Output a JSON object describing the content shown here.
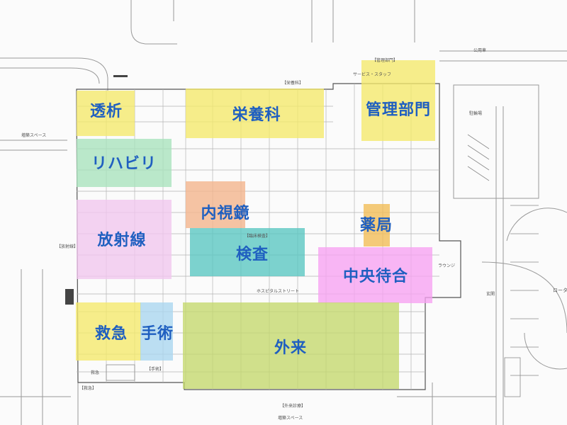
{
  "colors": {
    "yellow": "#f5e96a",
    "green": "#a8e3bc",
    "pink": "#f1c7ee",
    "orange": "#f4b48a",
    "teal": "#58c6c2",
    "magenta": "#f7a2f2",
    "olive": "#c4d96b",
    "lightblue": "#a9d6f0",
    "amber": "#f2bd55",
    "label": "#1f5fc0"
  },
  "departments": [
    {
      "id": "toseki",
      "label": "透析"
    },
    {
      "id": "eiyoka",
      "label": "栄養科"
    },
    {
      "id": "kanri",
      "label": "管理部門"
    },
    {
      "id": "rehabili",
      "label": "リハビリ"
    },
    {
      "id": "naishikyo",
      "label": "内視鏡"
    },
    {
      "id": "hoshasen",
      "label": "放射線"
    },
    {
      "id": "kensa",
      "label": "検査"
    },
    {
      "id": "yakkyoku",
      "label": "薬局"
    },
    {
      "id": "chuo",
      "label": "中央待合"
    },
    {
      "id": "kyukyu",
      "label": "救急"
    },
    {
      "id": "shujutsu",
      "label": "手術"
    },
    {
      "id": "gairai",
      "label": "外来"
    }
  ],
  "small_labels": {
    "space_left": "増築スペース",
    "space_bottom": "増築スペース",
    "rota": "ロータ",
    "kyukyu_entrance": "救急",
    "kyukyu_tag": "【救急】",
    "shujutsu_tag": "【手術】",
    "gairai_tag": "【外来診療】",
    "kanri_tag": "【管理部門】",
    "eiyo_tag": "【栄養科】",
    "hosha_tag": "【放射線】",
    "kensa_tag": "【臨床検査】",
    "street": "ホスピタルストリート",
    "lounge": "ラウンジ",
    "entrance": "玄関",
    "service": "サービス・スタッフ",
    "parking": "駐輪場",
    "kohsha": "公用車"
  }
}
